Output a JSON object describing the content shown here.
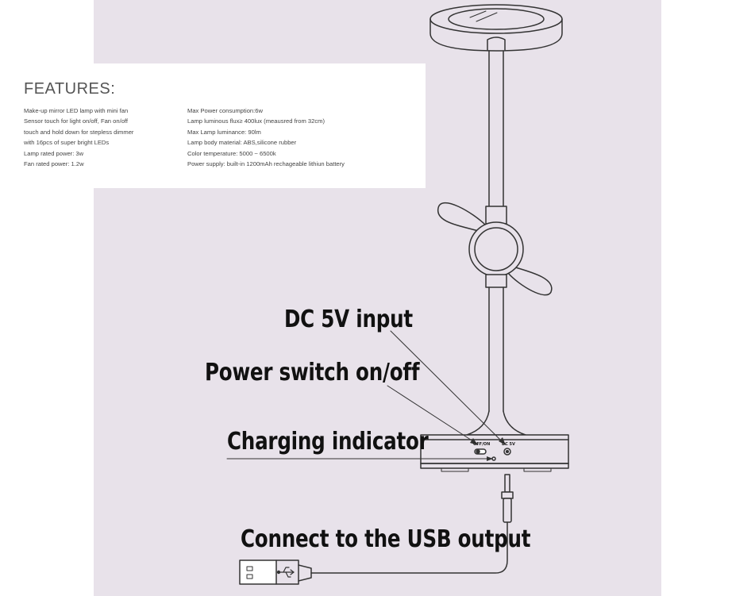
{
  "features": {
    "title": "FEATURES:",
    "left": [
      "Make-up mirror LED  lamp with mini fan",
      "Sensor touch for light on/off, Fan on/off",
      "touch and hold down for stepless dimmer",
      "with 16pcs of super bright LEDs",
      "Lamp rated power: 3w",
      "Fan rated power: 1.2w"
    ],
    "right": [
      "Max Power consumption:6w",
      "Lamp luminous flux≥ 400lux (meausred from 32cm)",
      "Max Lamp luminance: 90lm",
      "Lamp body material: ABS,silicone rubber",
      "Color temperature: 5000 ~ 6500k",
      "Power supply:  built-in 1200mAh rechageable lithiun battery"
    ]
  },
  "callouts": {
    "dc_input": "DC 5V input",
    "power_switch": "Power switch on/off",
    "charging_indicator": "Charging indicator",
    "usb_output": "Connect to the USB output"
  },
  "device_labels": {
    "switch": "OFF/ON",
    "dc_port": "DC 5V"
  },
  "colors": {
    "background_panel": "#e8e2ea",
    "line_art": "#333333"
  }
}
